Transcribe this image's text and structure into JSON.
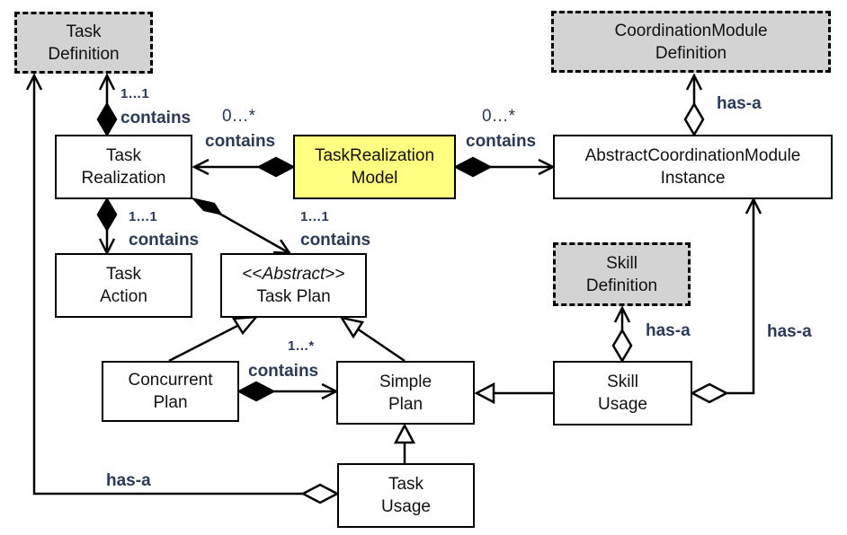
{
  "boxes": {
    "task_definition": [
      "Task",
      "Definition"
    ],
    "coordination_module_definition": [
      "CoordinationModule",
      "Definition"
    ],
    "task_realization": [
      "Task",
      "Realization"
    ],
    "task_realization_model": [
      "TaskRealization",
      "Model"
    ],
    "abstract_coordination_module_instance": [
      "AbstractCoordinationModule",
      "Instance"
    ],
    "task_action": [
      "Task",
      "Action"
    ],
    "task_plan_stereotype": "Abstract",
    "task_plan": "Task Plan",
    "skill_definition": [
      "Skill",
      "Definition"
    ],
    "concurrent_plan": [
      "Concurrent",
      "Plan"
    ],
    "simple_plan": [
      "Simple",
      "Plan"
    ],
    "skill_usage": [
      "Skill",
      "Usage"
    ],
    "task_usage": [
      "Task",
      "Usage"
    ]
  },
  "labels": {
    "contains": "contains",
    "has_a": "has-a",
    "mult_1_1": "1…1",
    "mult_0_many": "0…*",
    "mult_1_many": "1…*"
  },
  "colors": {
    "definition_fill": "#d3d3d3",
    "model_fill": "#ffff80",
    "label_text": "#2b3a55"
  }
}
